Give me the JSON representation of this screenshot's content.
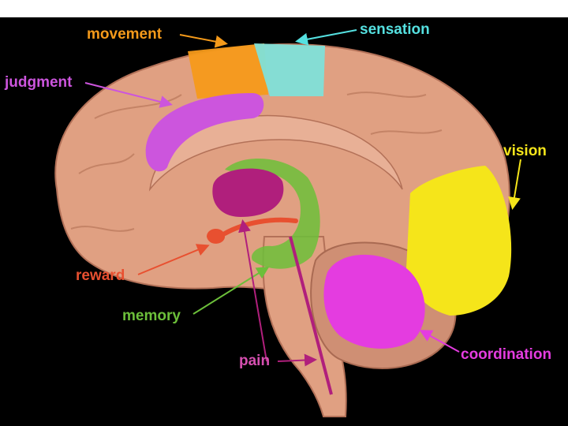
{
  "labels": {
    "movement": "movement",
    "sensation": "sensation",
    "judgment": "judgment",
    "vision": "vision",
    "reward": "reward",
    "memory": "memory",
    "pain": "pain",
    "coordination": "coordination"
  },
  "colors": {
    "background": "#000000",
    "brain": "#e0a082",
    "movement": "#f59a1a",
    "sensation": "#7fe0d8",
    "judgment": "#cc55dd",
    "vision": "#f5e51a",
    "reward": "#e85030",
    "memory": "#6cbf3a",
    "pain": "#b01f7c",
    "coordination": "#e43ce0"
  }
}
